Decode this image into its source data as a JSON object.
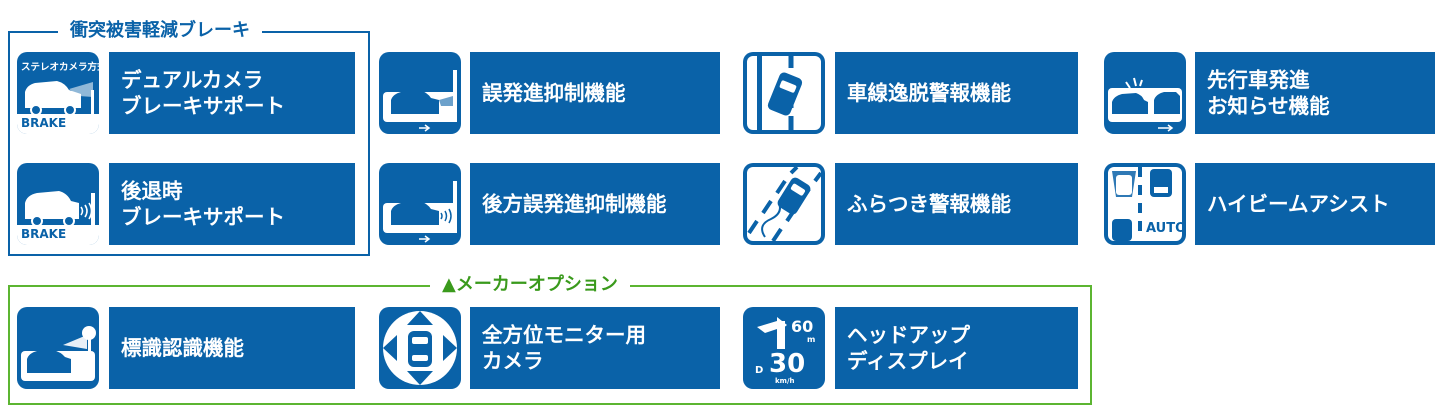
{
  "groups": {
    "brake_title": "衝突被害軽減ブレーキ",
    "option_title": "▲メーカーオプション"
  },
  "colors": {
    "feature_blue": "#0a62a8",
    "brake_frame": "#0a62a8",
    "option_frame": "#5cb531",
    "option_text": "#3a9a1c"
  },
  "features": {
    "dual_camera": {
      "icon": "dual-camera-car-icon",
      "icon_top_text": "ステレオカメラ方式",
      "icon_bottom_text": "BRAKE",
      "lines": [
        "デュアルカメラ",
        "ブレーキサポート"
      ]
    },
    "reverse_brake": {
      "icon": "reverse-brake-car-icon",
      "icon_bottom_text": "BRAKE",
      "lines": [
        "後退時",
        "ブレーキサポート"
      ]
    },
    "misstart_suppress": {
      "icon": "misstart-car-icon",
      "lines": [
        "誤発進抑制機能"
      ]
    },
    "rear_misstart_suppress": {
      "icon": "rear-misstart-car-icon",
      "lines": [
        "後方誤発進抑制機能"
      ]
    },
    "lane_departure": {
      "icon": "lane-departure-icon",
      "lines": [
        "車線逸脱警報機能"
      ]
    },
    "wobble_warning": {
      "icon": "wobble-warning-icon",
      "lines": [
        "ふらつき警報機能"
      ]
    },
    "lead_car_departure": {
      "icon": "lead-car-departure-icon",
      "lines": [
        "先行車発進",
        "お知らせ機能"
      ]
    },
    "high_beam_assist": {
      "icon": "high-beam-icon",
      "icon_text": "AUTO",
      "lines": [
        "ハイビームアシスト"
      ]
    },
    "sign_recognition": {
      "icon": "sign-recognition-icon",
      "lines": [
        "標識認識機能"
      ]
    },
    "around_view_camera": {
      "icon": "around-view-camera-icon",
      "lines": [
        "全方位モニター用",
        "カメラ"
      ]
    },
    "head_up_display": {
      "icon": "head-up-display-icon",
      "hud_limit": "60",
      "hud_limit_unit": "m",
      "hud_d": "D",
      "hud_speed": "30",
      "hud_speed_unit": "km/h",
      "lines": [
        "ヘッドアップ",
        "ディスプレイ"
      ]
    }
  }
}
